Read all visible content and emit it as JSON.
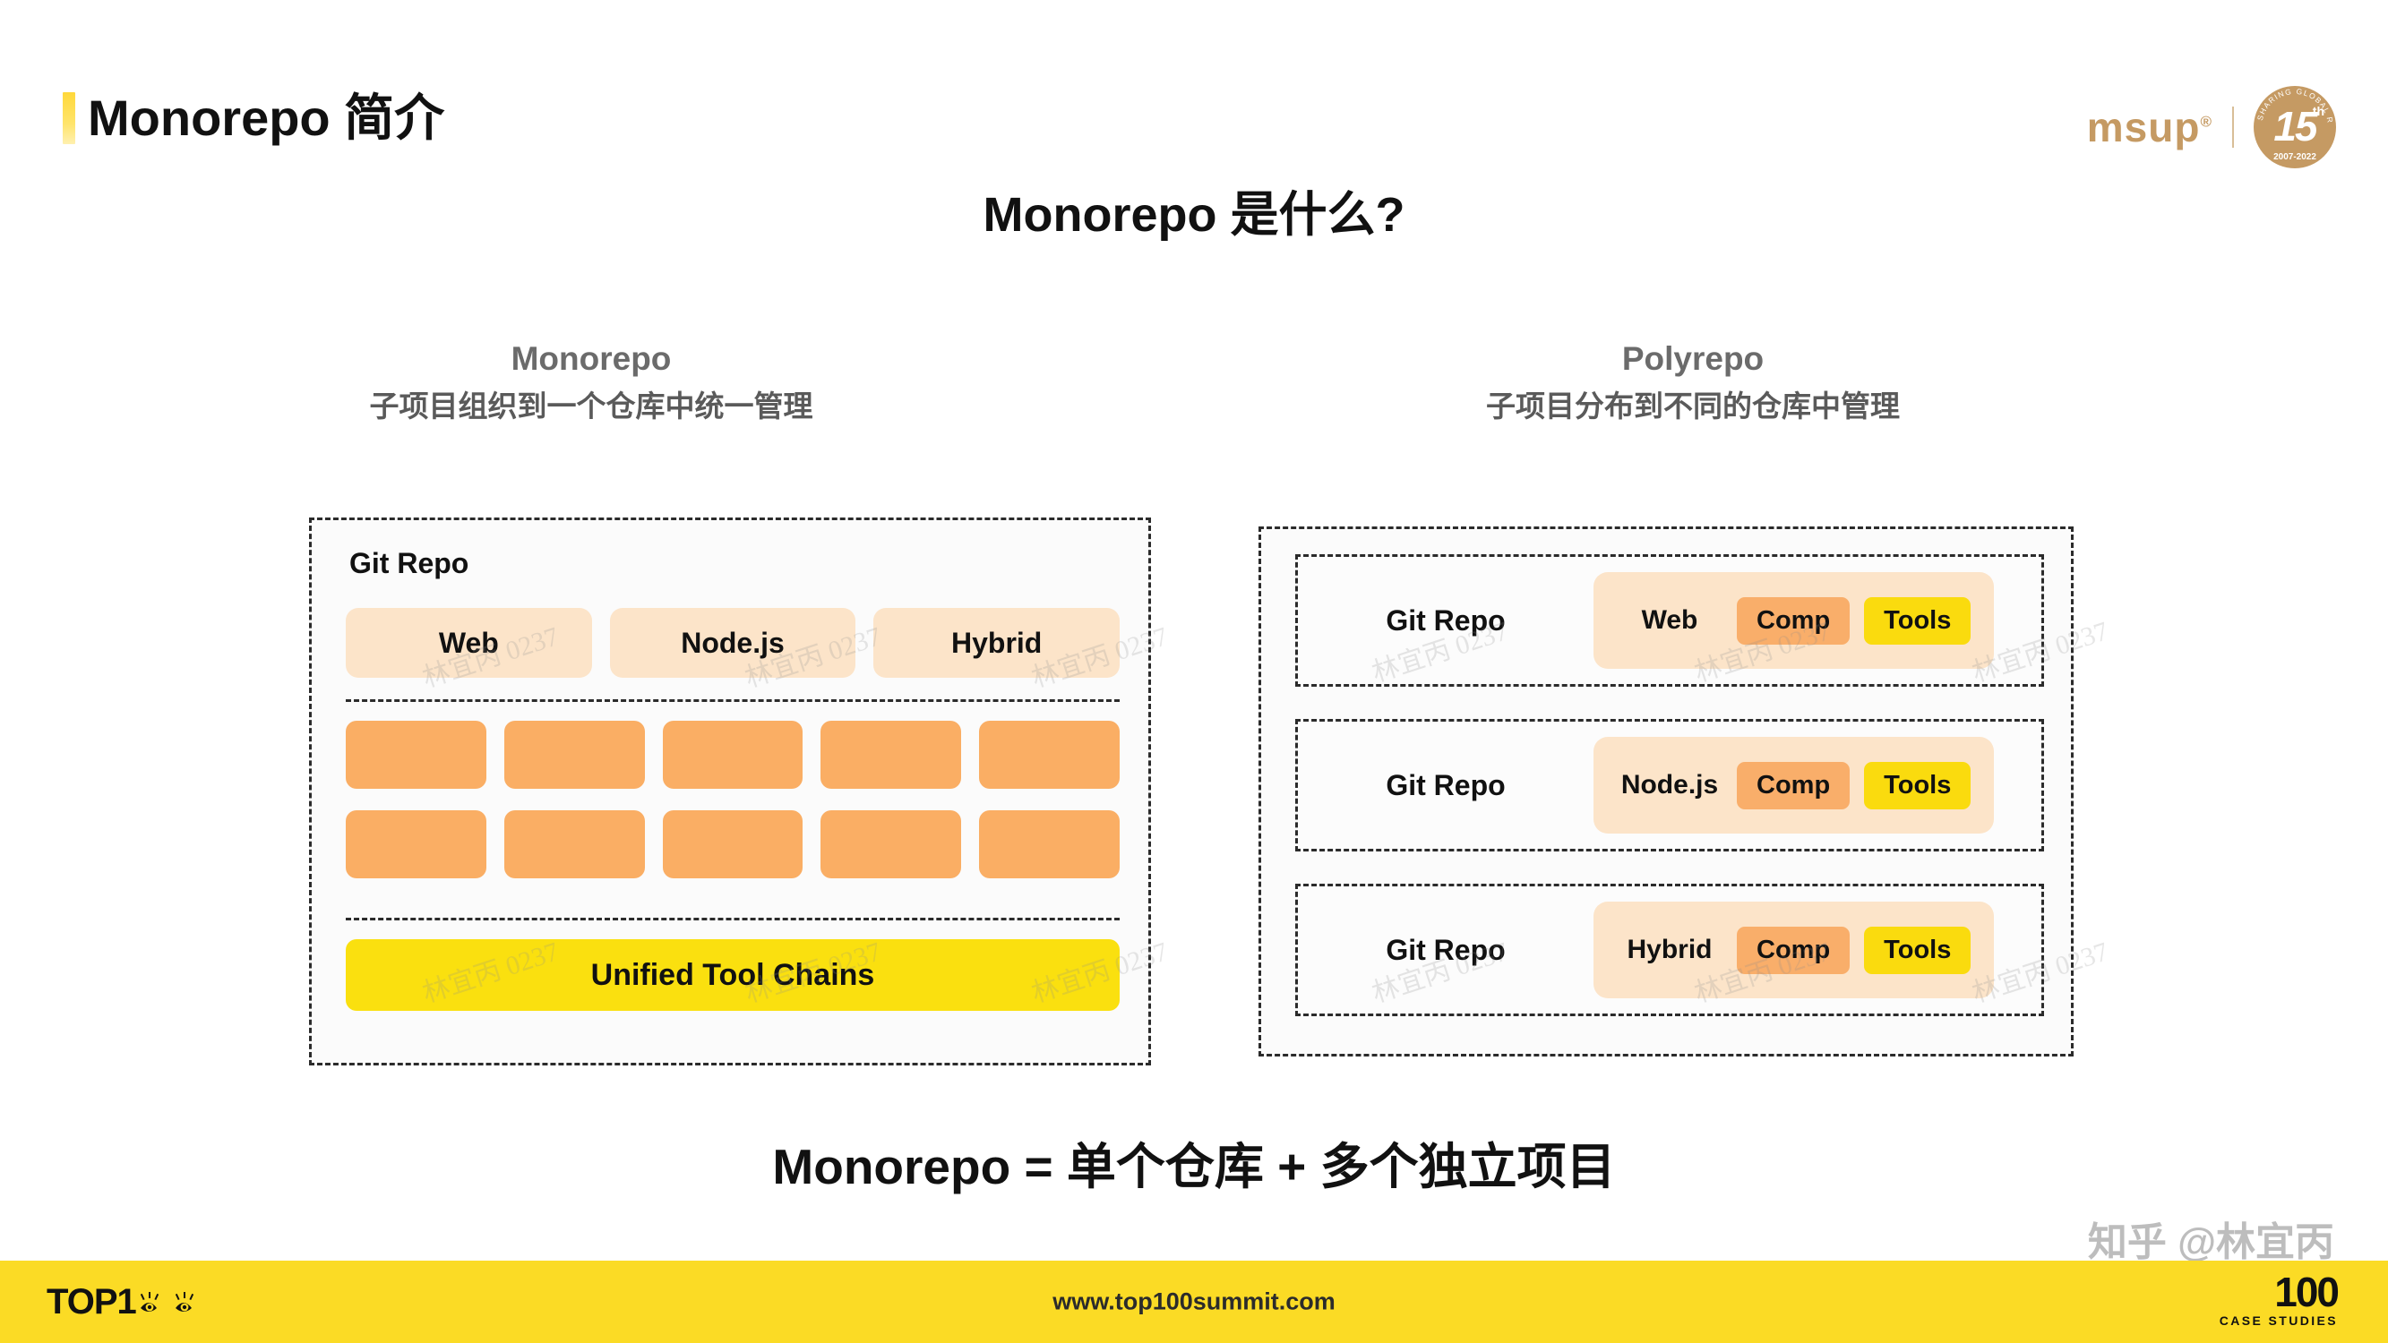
{
  "header": {
    "slide_title": "Monorepo 简介",
    "brand_name": "msup",
    "brand_registered": "®",
    "badge_number": "15",
    "badge_ordinal": "th",
    "badge_years": "2007-2022",
    "badge_arc_text": "SHARING GLOBAL RED VISION"
  },
  "main": {
    "heading": "Monorepo 是什么?",
    "conclusion": "Monorepo = 单个仓库 + 多个独立项目"
  },
  "columns": [
    {
      "title": "Monorepo",
      "subtitle": "子项目组织到一个仓库中统一管理"
    },
    {
      "title": "Polyrepo",
      "subtitle": "子项目分布到不同的仓库中管理"
    }
  ],
  "monorepo": {
    "repo_label": "Git Repo",
    "languages": [
      "Web",
      "Node.js",
      "Hybrid"
    ],
    "cell_rows": [
      [
        "",
        "",
        "",
        "",
        ""
      ],
      [
        "",
        "",
        "",
        "",
        ""
      ]
    ],
    "toolchain_label": "Unified Tool Chains"
  },
  "polyrepo": {
    "rows": [
      {
        "repo_label": "Git Repo",
        "package": "Web",
        "comp_label": "Comp",
        "tools_label": "Tools"
      },
      {
        "repo_label": "Git Repo",
        "package": "Node.js",
        "comp_label": "Comp",
        "tools_label": "Tools"
      },
      {
        "repo_label": "Git Repo",
        "package": "Hybrid",
        "comp_label": "Comp",
        "tools_label": "Tools"
      }
    ]
  },
  "watermarks": {
    "tile_text": "林宜丙 0237",
    "zhihu": "知乎 @林宜丙"
  },
  "footer": {
    "brand_top1": "TOP1",
    "url": "www.top100summit.com",
    "case_number": "100",
    "case_label": "CASE STUDIES"
  },
  "colors": {
    "accent_yellow": "#FBDB25",
    "toolchain_yellow": "#FAE00F",
    "chip_tools_yellow": "#FADB0E",
    "orange_cell": "#FAAE64",
    "chip_comp_orange": "#F9AE6A",
    "peach_box": "#FCE4C9",
    "brand_bronze": "#C59A63",
    "dash_border": "#2B2B2B",
    "subtitle_gray": "#6B6B6B",
    "text_dark": "#111111"
  }
}
